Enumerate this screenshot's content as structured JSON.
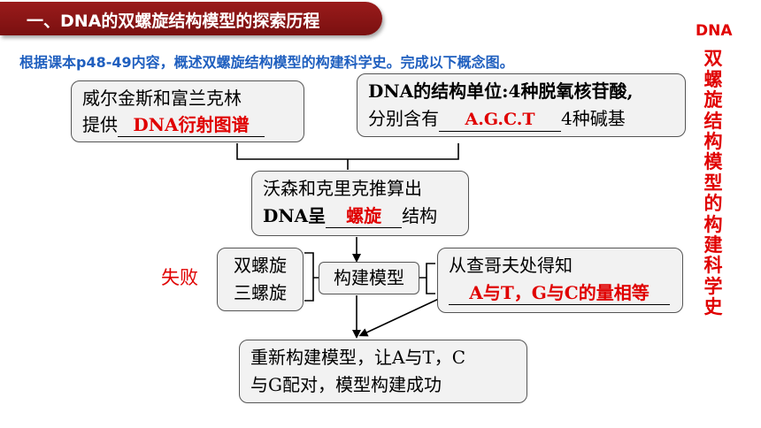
{
  "header": {
    "banner_title": "一、DNA的双螺旋结构模型的探索历程",
    "instruction": "根据课本p48-49内容，概述双螺旋结构模型的构建科学史。完成以下概念图。"
  },
  "side_title_chars": [
    "DNA",
    "双",
    "螺",
    "旋",
    "结",
    "构",
    "模",
    "型",
    "的",
    "构",
    "建",
    "科",
    "学",
    "史"
  ],
  "boxes": {
    "wilkins": {
      "line1": "威尔金斯和富兰克林",
      "line2_prefix": "提供",
      "answer": "DNA衍射图谱"
    },
    "unit": {
      "line1": "DNA的结构单位:4种脱氧核苷酸,",
      "line2_prefix": "分别含有",
      "answer": "A.G.C.T",
      "line2_suffix": "4种碱基"
    },
    "watson": {
      "line1": "沃森和克里克推算出",
      "line2_prefix": "DNA呈",
      "answer": "螺旋",
      "line2_suffix": "结构"
    },
    "helix": {
      "line1": "双螺旋",
      "line2": "三螺旋"
    },
    "build": {
      "label": "构建模型"
    },
    "chargaff": {
      "line1": "从查哥夫处得知",
      "answer": "A与T，G与C的量相等"
    },
    "rebuild": {
      "line1": "重新构建模型，让A与T，C",
      "line2": "与G配对，模型构建成功"
    }
  },
  "fail_label": "失败"
}
